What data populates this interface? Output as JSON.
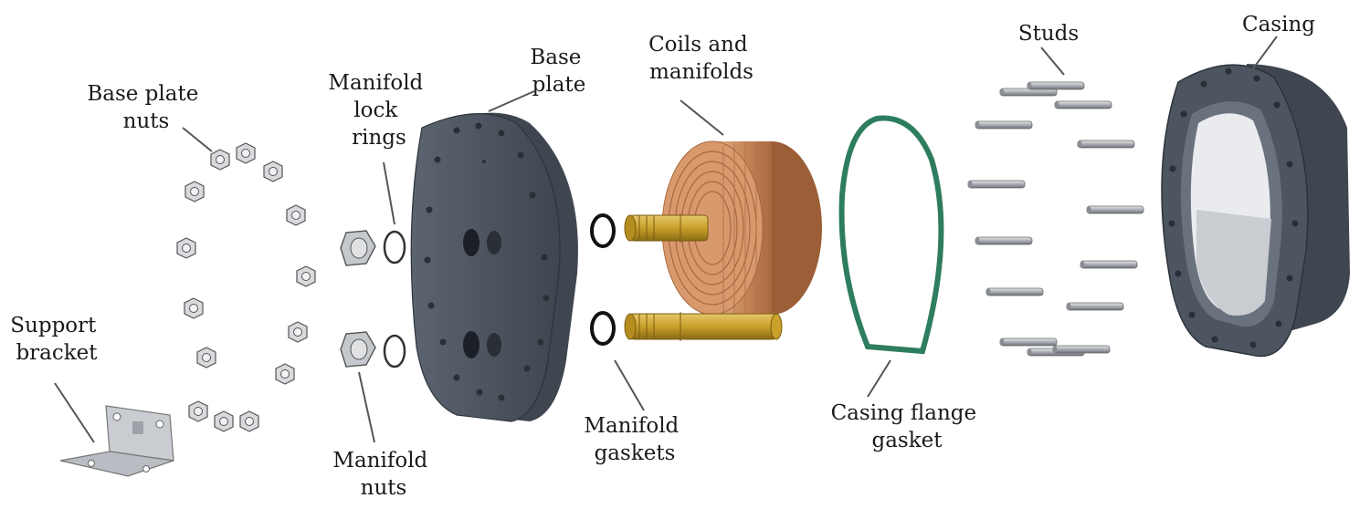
{
  "diagram": {
    "type": "exploded-assembly",
    "labels": {
      "support_bracket": [
        "Support",
        "bracket"
      ],
      "base_plate_nuts": [
        "Base plate",
        "nuts"
      ],
      "manifold_lock_rings": [
        "Manifold",
        "lock",
        "rings"
      ],
      "manifold_nuts": [
        "Manifold",
        "nuts"
      ],
      "base_plate": [
        "Base",
        "plate"
      ],
      "coils_and_manifolds": [
        "Coils and",
        "manifolds"
      ],
      "manifold_gaskets": [
        "Manifold",
        "gaskets"
      ],
      "casing_flange_gasket": [
        "Casing flange",
        "gasket"
      ],
      "studs": [
        "Studs"
      ],
      "casing": [
        "Casing"
      ]
    },
    "colors": {
      "steel_dark": "#4d5561",
      "steel_light": "#c9ccd1",
      "copper": "#c98a5c",
      "brass": "#c9a02a",
      "gasket_green": "#2e7d5e",
      "gasket_black": "#111111"
    }
  }
}
